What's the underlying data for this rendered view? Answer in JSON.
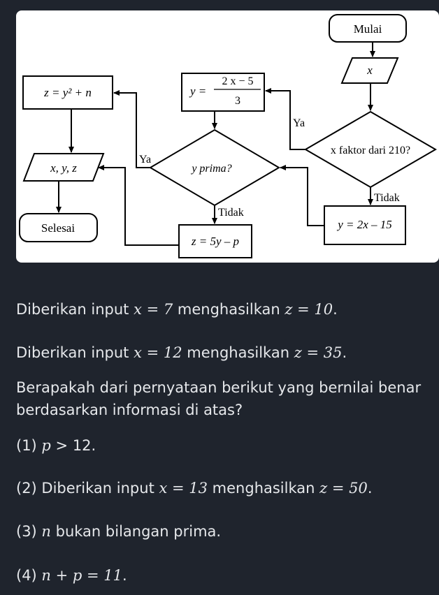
{
  "flowchart": {
    "start_label": "Mulai",
    "input_label": "x",
    "decision_factor": "x faktor dari 210?",
    "yes_label_1": "Ya",
    "no_label_1": "Tidak",
    "process_y_frac_lhs": "y =",
    "process_y_frac_num": "2 x − 5",
    "process_y_frac_den": "3",
    "process_y_linear": "y = 2x – 15",
    "decision_prime": "y prima?",
    "yes_label_2": "Ya",
    "no_label_2": "Tidak",
    "process_z_square": "z = y² + n",
    "process_z_linear": "z = 5y – p",
    "output_label": "x, y, z",
    "end_label": "Selesai"
  },
  "text": {
    "line1": {
      "prefix": "Diberikan input ",
      "x_eq": "x = 7",
      "mid": " menghasilkan ",
      "z_eq": "z = 10",
      "suffix": "."
    },
    "line2": {
      "prefix": "Diberikan input ",
      "x_eq": "x = 12",
      "mid": " menghasilkan ",
      "z_eq": "z = 35",
      "suffix": "."
    },
    "question": "Berapakah dari pernyataan berikut yang bernilai benar berdasarkan informasi di atas?",
    "s1": {
      "num": "(1) ",
      "var": "p",
      "rest": " > 12."
    },
    "s2": {
      "num": "(2) Diberikan input ",
      "x_eq": "x = 13",
      "mid": " menghasilkan ",
      "z_eq": "z = 50",
      "suffix": "."
    },
    "s3": {
      "num": "(3) ",
      "var": "n",
      "rest": " bukan bilangan prima."
    },
    "s4": {
      "num": "(4) ",
      "eq": "n + p = 11",
      "suffix": "."
    }
  }
}
